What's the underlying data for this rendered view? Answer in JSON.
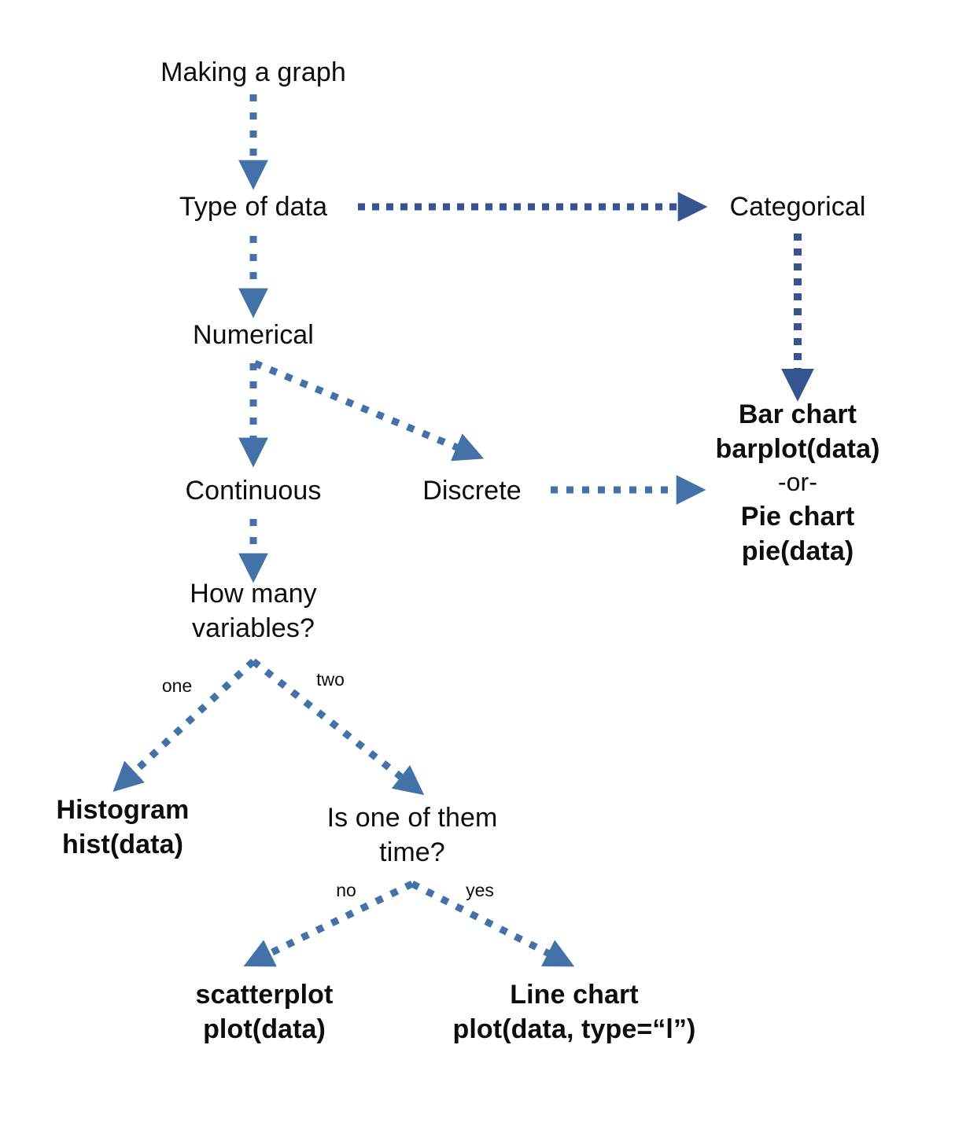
{
  "diagram": {
    "title_node": "Making a graph",
    "accent_blue_light": "#4472a8",
    "accent_blue_dark": "#36548f",
    "text_color": "#0d0d0d",
    "nodes": {
      "making_a_graph": "Making a graph",
      "type_of_data": "Type of data",
      "categorical": "Categorical",
      "numerical": "Numerical",
      "continuous": "Continuous",
      "discrete": "Discrete",
      "how_many_variables": "How many\nvariables?",
      "is_one_of_them_time": "Is one of them\ntime?",
      "bar_chart_title": "Bar chart",
      "bar_chart_code": "barplot(data)",
      "or_separator": "-or-",
      "pie_chart_title": "Pie chart",
      "pie_chart_code": "pie(data)",
      "histogram_title": "Histogram",
      "histogram_code": "hist(data)",
      "scatterplot_title": "scatterplot",
      "scatterplot_code": "plot(data)",
      "line_chart_title": "Line chart",
      "line_chart_code": "plot(data, type=“l”)"
    },
    "edge_labels": {
      "one": "one",
      "two": "two",
      "no": "no",
      "yes": "yes"
    }
  }
}
